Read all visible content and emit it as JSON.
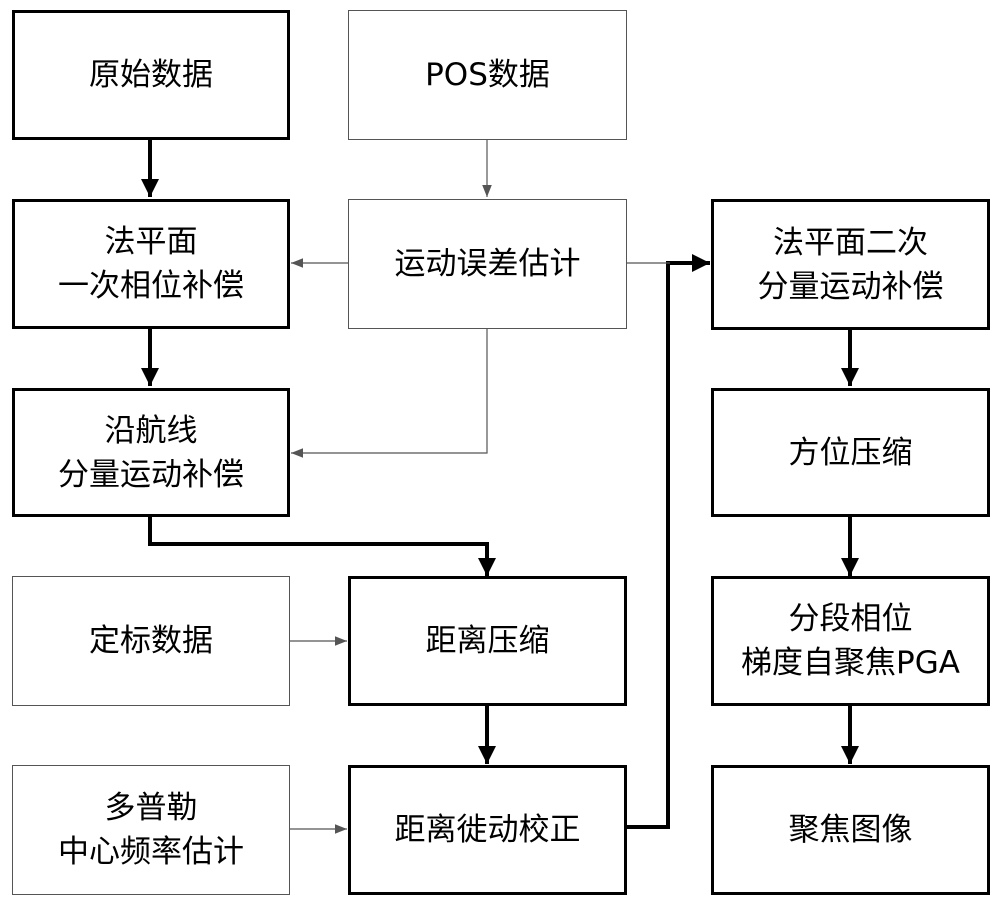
{
  "diagram": {
    "nodes": {
      "raw_data": {
        "lines": [
          "原始数据"
        ]
      },
      "pos_data": {
        "lines": [
          "POS数据"
        ]
      },
      "normal_first_order": {
        "lines": [
          "法平面",
          "一次相位补偿"
        ]
      },
      "motion_error_est": {
        "lines": [
          "运动误差估计"
        ]
      },
      "normal_second_order": {
        "lines": [
          "法平面二次",
          "分量运动补偿"
        ]
      },
      "along_track": {
        "lines": [
          "沿航线",
          "分量运动补偿"
        ]
      },
      "azimuth_compress": {
        "lines": [
          "方位压缩"
        ]
      },
      "calibration_data": {
        "lines": [
          "定标数据"
        ]
      },
      "range_compress": {
        "lines": [
          "距离压缩"
        ]
      },
      "pga": {
        "lines": [
          "分段相位",
          "梯度自聚焦PGA"
        ]
      },
      "doppler_est": {
        "lines": [
          "多普勒",
          "中心频率估计"
        ]
      },
      "range_migration": {
        "lines": [
          "距离徙动校正"
        ]
      },
      "focused_image": {
        "lines": [
          "聚焦图像"
        ]
      }
    },
    "edges": [
      {
        "from": "raw_data",
        "to": "normal_first_order",
        "style": "bold"
      },
      {
        "from": "normal_first_order",
        "to": "along_track",
        "style": "bold"
      },
      {
        "from": "pos_data",
        "to": "motion_error_est",
        "style": "thin"
      },
      {
        "from": "motion_error_est",
        "to": "normal_first_order",
        "style": "thin"
      },
      {
        "from": "motion_error_est",
        "to": "along_track",
        "style": "thin"
      },
      {
        "from": "motion_error_est",
        "to": "normal_second_order",
        "style": "thin"
      },
      {
        "from": "along_track",
        "to": "range_compress",
        "style": "bold"
      },
      {
        "from": "calibration_data",
        "to": "range_compress",
        "style": "thin"
      },
      {
        "from": "range_compress",
        "to": "range_migration",
        "style": "bold"
      },
      {
        "from": "doppler_est",
        "to": "range_migration",
        "style": "thin"
      },
      {
        "from": "range_migration",
        "to": "normal_second_order",
        "style": "bold"
      },
      {
        "from": "normal_second_order",
        "to": "azimuth_compress",
        "style": "bold"
      },
      {
        "from": "azimuth_compress",
        "to": "pga",
        "style": "bold"
      },
      {
        "from": "pga",
        "to": "focused_image",
        "style": "bold"
      }
    ],
    "colors": {
      "bold_line": "#000000",
      "thin_line": "#555555",
      "background": "#ffffff"
    }
  }
}
